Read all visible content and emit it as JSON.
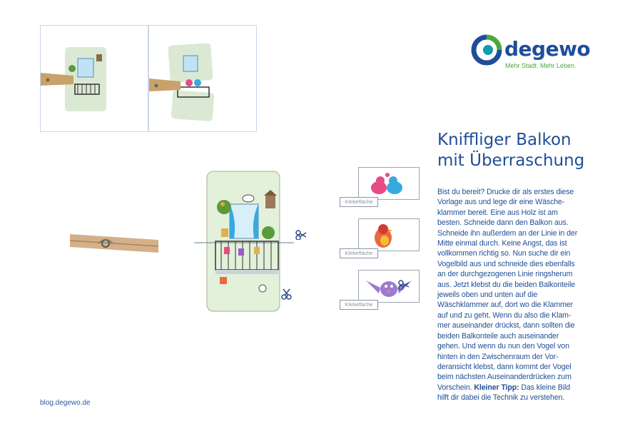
{
  "brand": {
    "name": "degewo",
    "tagline": "Mehr Stadt. Mehr Leben.",
    "colors": {
      "blue": "#1f4e99",
      "green": "#4aa93b",
      "teal": "#0e9cb0"
    }
  },
  "title": {
    "line1": "Kniffliger Balkon",
    "line2": "mit Überraschung"
  },
  "instructions": {
    "main": "Bist du bereit? Drucke dir als erstes diese Vorlage aus und lege dir eine Wäsche­klammer bereit. Eine aus Holz ist am besten. Schneide dann den Balkon aus. Schneide ihn außerdem an der Linie in der Mitte einmal durch. Keine Angst, das ist vollkommen richtig so. Nun suche dir ein Vogelbild aus und schneide dies eben­falls an der durchgezogenen Linie rings­herum aus. Jetzt klebst du die beiden Bal­konteile jeweils oben und unten auf die Wäschklammer auf, dort wo die Klammer auf und zu geht. Wenn du also die Klam­mer auseinander drückst, dann sollten die beiden Balkonteile auch auseinander gehen. Und wenn du nun den Vogel von hinten in den Zwischenraum der Vor­deransicht klebst, dann kommt der Vogel beim nächsten Auseinanderdrücken zum Vorschein.",
    "tip_label": "Kleiner Tipp:",
    "tip_text": " Das kleine Bild hilft dir dabei die Technik zu verstehen."
  },
  "glue_labels": [
    "Klebefläche",
    "Klebefläche",
    "Klebefläche"
  ],
  "footer": {
    "url": "blog.degewo.de"
  },
  "icons": [
    "degewo-logo-icon",
    "scissors-icon",
    "clothespin-icon",
    "balcony-icon",
    "bird-icon"
  ]
}
